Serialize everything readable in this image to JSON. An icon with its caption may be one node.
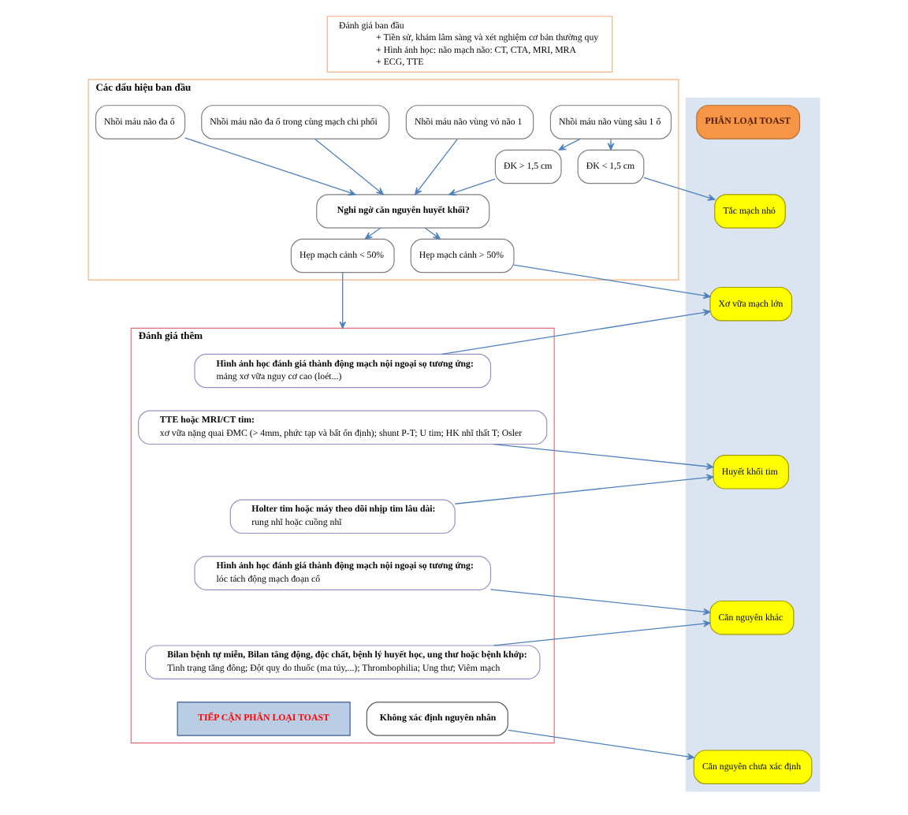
{
  "diagram": {
    "nodes": [
      {
        "text": [
          "Đánh giá ban đầu",
          "+ Tiền sử, khám lâm sàng và xét nghiệm cơ bản thường quy",
          "+ Hình ảnh học: não mạch não: CT, CTA, MRI, MRA",
          "+ ECG, TTE"
        ]
      },
      {
        "text": [
          "Các dấu hiệu ban đầu"
        ]
      },
      {
        "text": [
          "Nhồi máu não đa ổ"
        ],
        "in": 1
      },
      {
        "text": [
          "Nhồi máu não đa ổ trong cùng mạch chi phối"
        ],
        "in": 1
      },
      {
        "text": [
          "Nhồi máu não vùng vỏ não 1"
        ],
        "in": 1
      },
      {
        "text": [
          "Nhồi máu não vùng sâu 1 ổ"
        ],
        "in": 1
      },
      {
        "text": [
          "Nghi ngờ căn nguyên huyết khối?"
        ],
        "in": 1
      },
      {
        "text": [
          "ĐK > 1,5 cm"
        ],
        "in": 1
      },
      {
        "text": [
          "ĐK < 1,5 cm"
        ],
        "in": 1
      },
      {
        "text": [
          "Hẹp mạch cảnh < 50%"
        ],
        "in": 1
      },
      {
        "text": [
          "Hẹp mạch cảnh > 50%"
        ],
        "in": 1
      },
      {
        "text": [
          "Đánh giá thêm"
        ]
      },
      {
        "text": [
          "Hình ảnh học đánh giá thành động mạch nội ngoại sọ tương ứng:",
          "mảng xơ vữa nguy cơ cao (loét...)"
        ],
        "in": 11
      },
      {
        "text": [
          "TTE hoặc MRI/CT tim:",
          "xơ vữa nặng quai ĐMC (> 4mm, phức tạp và bất ổn định); shunt P-T; U tim; HK nhĩ thất T; Osler"
        ],
        "in": 11
      },
      {
        "text": [
          "Holter tim hoặc máy theo dõi nhịp tim lâu dài:",
          "rung nhĩ hoặc cuồng nhĩ"
        ],
        "in": 11
      },
      {
        "text": [
          "Hình ảnh học đánh giá thành động mạch nội ngoại sọ tương ứng:",
          "lóc tách động mạch đoạn cổ"
        ],
        "in": 11
      },
      {
        "text": [
          "Bilan bệnh tự miễn, Bilan tăng động, độc chất, bệnh lý huyết học, ung thư hoặc bệnh khớp:",
          "Tình trạng tăng đông; Đột quỵ do thuốc (ma túy,...); Thrombophilia; Ung thư; Viêm mạch"
        ],
        "in": 11
      },
      {
        "text": [
          "TIẾP CẬN PHÂN LOẠI TOAST"
        ],
        "in": 11
      },
      {
        "text": [
          "Không xác định nguyên nhân"
        ],
        "in": 11
      },
      {
        "text": [],
        "shape": "band"
      },
      {
        "text": [
          "PHÂN LOẠI TOAST"
        ],
        "in": 19
      },
      {
        "text": [
          "Tắc mạch nhỏ"
        ],
        "in": 19
      },
      {
        "text": [
          "Xơ vữa mạch lớn"
        ],
        "in": 19
      },
      {
        "text": [
          "Huyết khối tim"
        ],
        "in": 19
      },
      {
        "text": [
          "Căn nguyên khác"
        ],
        "in": 19
      },
      {
        "text": [
          "Căn nguyên chưa xác định"
        ],
        "in": 19
      }
    ],
    "edges": [
      {
        "from": 2,
        "to": 6,
        "arrow": "to"
      },
      {
        "from": 3,
        "to": 6,
        "arrow": "to"
      },
      {
        "from": 4,
        "to": 6,
        "arrow": "to"
      },
      {
        "from": 5,
        "to": 7,
        "arrow": "to"
      },
      {
        "from": 5,
        "to": 8,
        "arrow": "to"
      },
      {
        "from": 7,
        "to": 6,
        "arrow": "to"
      },
      {
        "from": 8,
        "to": 21,
        "arrow": "to"
      },
      {
        "from": 6,
        "to": 9,
        "arrow": "to"
      },
      {
        "from": 6,
        "to": 10,
        "arrow": "to"
      },
      {
        "from": 10,
        "to": 22,
        "arrow": "to"
      },
      {
        "from": 9,
        "to": 11,
        "arrow": "to"
      },
      {
        "from": 12,
        "to": 22,
        "arrow": "to"
      },
      {
        "from": 13,
        "to": 23,
        "arrow": "to"
      },
      {
        "from": 14,
        "to": 23,
        "arrow": "to"
      },
      {
        "from": 15,
        "to": 24,
        "arrow": "to"
      },
      {
        "from": 16,
        "to": 24,
        "arrow": "to"
      },
      {
        "from": 18,
        "to": 25,
        "arrow": "to"
      }
    ]
  }
}
